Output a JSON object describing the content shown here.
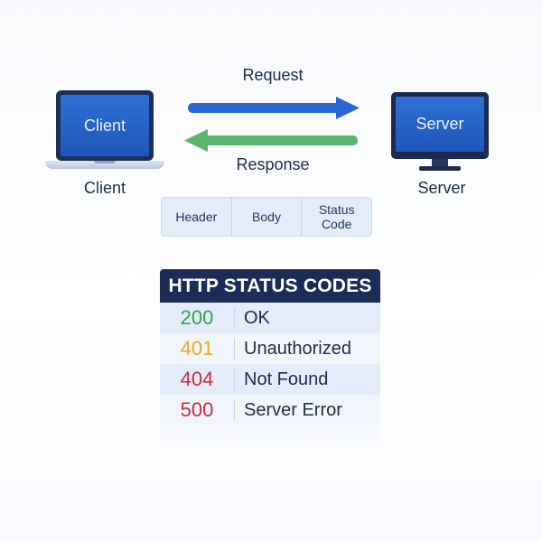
{
  "arrows": {
    "request_label": "Request",
    "response_label": "Response",
    "request_color": "#2a66d6",
    "response_color": "#5cb56b"
  },
  "client": {
    "screen_text": "Client",
    "label": "Client",
    "icon": "laptop-icon"
  },
  "server": {
    "screen_text": "Server",
    "label": "Server",
    "icon": "monitor-icon"
  },
  "message_parts": [
    {
      "label": "Header"
    },
    {
      "label": "Body"
    },
    {
      "label": "Status Code"
    }
  ],
  "status_table": {
    "title": "HTTP STATUS CODES",
    "rows": [
      {
        "code": "200",
        "message": "OK",
        "color": "#3aa050"
      },
      {
        "code": "401",
        "message": "Unauthorized",
        "color": "#e9a92b"
      },
      {
        "code": "404",
        "message": "Not Found",
        "color": "#cc2b3d"
      },
      {
        "code": "500",
        "message": "Server Error",
        "color": "#cc2b3d"
      }
    ]
  }
}
